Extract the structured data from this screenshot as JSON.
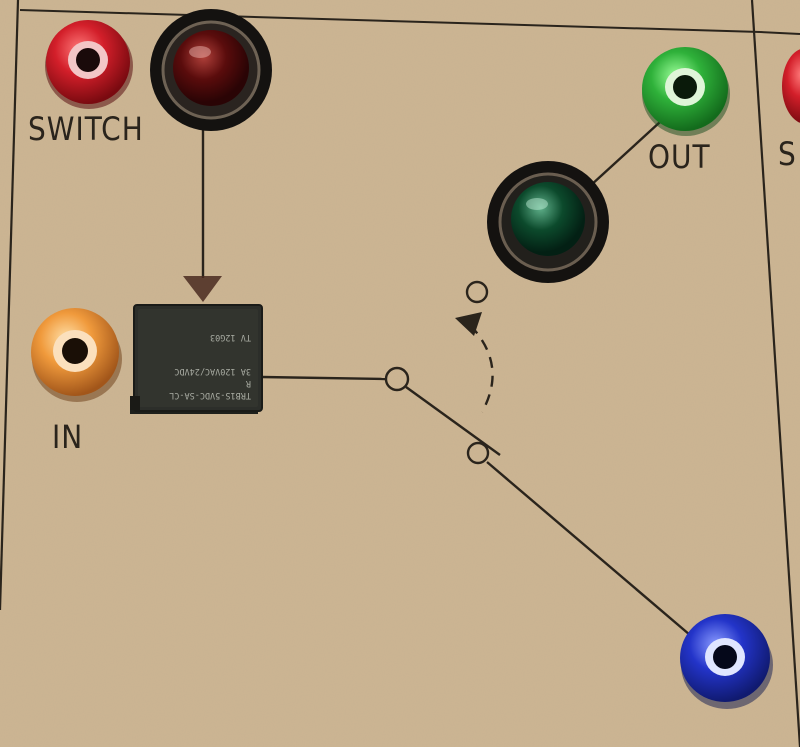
{
  "labels": {
    "switch": "SWITCH",
    "out": "OUT",
    "in": "IN",
    "right_edge": "S"
  },
  "relay": {
    "line1": "TRB1S-5VDC-SA-CL",
    "line2": "R",
    "line3": "3A  120VAC/24VDC",
    "line4": "TV 12G03"
  },
  "colors": {
    "board": "#cdb592",
    "ink": "#2a241c",
    "switch_socket": "#d31f2a",
    "out_socket": "#2fb13a",
    "in_socket": "#f09a3c",
    "common_socket": "#2334c9",
    "led_switch": "#5a0c0c",
    "led_out": "#0c4a2c",
    "relay_body": "#2c2e2a"
  },
  "icons": {
    "switch_socket": "banana-socket-icon",
    "led": "led-indicator-icon",
    "relay": "relay-component"
  }
}
